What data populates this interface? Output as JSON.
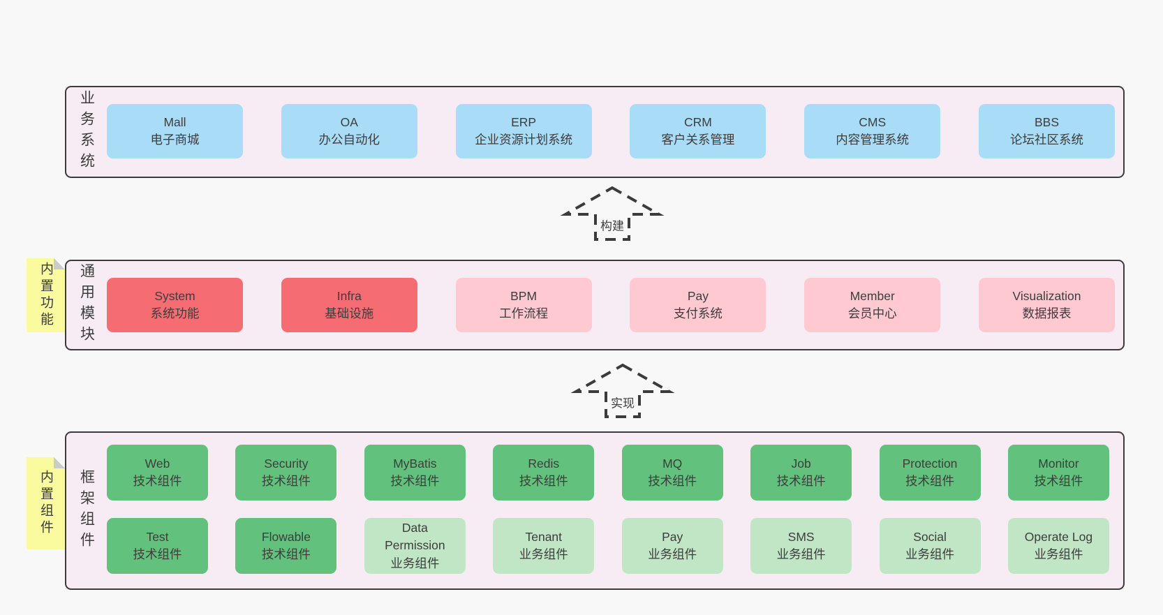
{
  "colors": {
    "page_bg": "#f8f8f8",
    "layer_bg": "#f8ecf4",
    "layer_border": "#3b3b3b",
    "blue_box": "#a9dcf7",
    "red_box": "#f56c72",
    "pink_box": "#ffc9d2",
    "green_box": "#62c17c",
    "light_green_box": "#c0e6c5",
    "sticky_note": "#fafa9e",
    "text": "#3c3c3c"
  },
  "arrows": [
    {
      "label": "构建"
    },
    {
      "label": "实现"
    }
  ],
  "layers": [
    {
      "label": "业务系统",
      "rows": [
        {
          "boxes": [
            {
              "name": "Mall",
              "desc": "电子商城"
            },
            {
              "name": "OA",
              "desc": "办公自动化"
            },
            {
              "name": "ERP",
              "desc": "企业资源计划系统"
            },
            {
              "name": "CRM",
              "desc": "客户关系管理"
            },
            {
              "name": "CMS",
              "desc": "内容管理系统"
            },
            {
              "name": "BBS",
              "desc": "论坛社区系统"
            }
          ]
        }
      ]
    },
    {
      "label": "通用模块",
      "sticky": "内置功能",
      "rows": [
        {
          "boxes": [
            {
              "name": "System",
              "desc": "系统功能"
            },
            {
              "name": "Infra",
              "desc": "基础设施"
            },
            {
              "name": "BPM",
              "desc": "工作流程"
            },
            {
              "name": "Pay",
              "desc": "支付系统"
            },
            {
              "name": "Member",
              "desc": "会员中心"
            },
            {
              "name": "Visualization",
              "desc": "数据报表"
            }
          ]
        }
      ]
    },
    {
      "label": "框架组件",
      "sticky": "内置组件",
      "rows": [
        {
          "boxes": [
            {
              "name": "Web",
              "desc": "技术组件"
            },
            {
              "name": "Security",
              "desc": "技术组件"
            },
            {
              "name": "MyBatis",
              "desc": "技术组件"
            },
            {
              "name": "Redis",
              "desc": "技术组件"
            },
            {
              "name": "MQ",
              "desc": "技术组件"
            },
            {
              "name": "Job",
              "desc": "技术组件"
            },
            {
              "name": "Protection",
              "desc": "技术组件"
            },
            {
              "name": "Monitor",
              "desc": "技术组件"
            }
          ]
        },
        {
          "boxes": [
            {
              "name": "Test",
              "desc": "技术组件"
            },
            {
              "name": "Flowable",
              "desc": "技术组件"
            },
            {
              "name": "Data Permission",
              "desc": "业务组件"
            },
            {
              "name": "Tenant",
              "desc": "业务组件"
            },
            {
              "name": "Pay",
              "desc": "业务组件"
            },
            {
              "name": "SMS",
              "desc": "业务组件"
            },
            {
              "name": "Social",
              "desc": "业务组件"
            },
            {
              "name": "Operate Log",
              "desc": "业务组件"
            }
          ]
        }
      ]
    }
  ]
}
